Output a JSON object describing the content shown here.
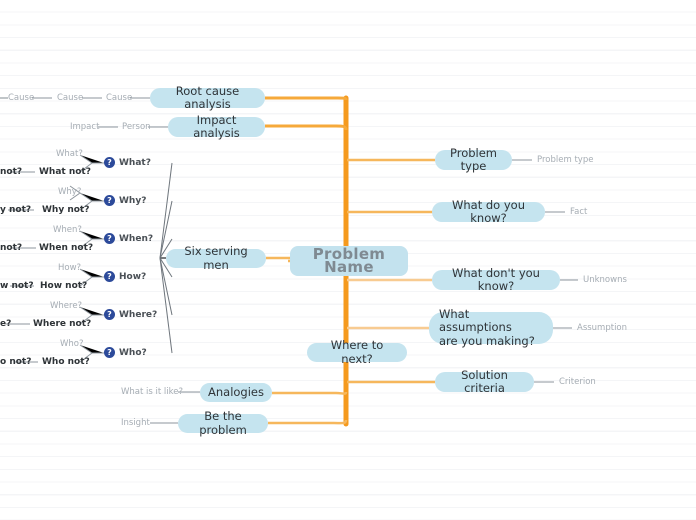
{
  "map": {
    "center": {
      "label": "Problem Name"
    },
    "colors": {
      "node_fill": "#c5e4ef",
      "trunk": "#f59a1e",
      "branch": "#f6b75c",
      "wire_gray": "#8d959c",
      "label_gray": "#a6adb4",
      "icon_blue": "#2c4a9a",
      "background": "#ffffff",
      "rule_line": "#f4f5f7"
    },
    "right_branches": [
      {
        "label": "Problem type",
        "sub": "Problem type"
      },
      {
        "label": "What do you know?",
        "sub": "Fact"
      },
      {
        "label": "What don't you know?",
        "sub": "Unknowns"
      },
      {
        "label": "What assumptions\nare you making?",
        "sub": "Assumption"
      },
      {
        "label": "Solution criteria",
        "sub": "Criterion"
      }
    ],
    "left_branches": [
      {
        "label": "Root cause analysis",
        "chain": [
          "Cause",
          "Cause",
          "Cause"
        ]
      },
      {
        "label": "Impact analysis",
        "chain": [
          "Impact",
          "Person"
        ]
      },
      {
        "label": "Six serving men",
        "chain": []
      },
      {
        "label": "Analogies",
        "chain": [
          "What is it like?"
        ]
      },
      {
        "label": "Be the problem",
        "chain": [
          "Insight"
        ]
      }
    ],
    "where_to_next": {
      "label": "Where to next?"
    },
    "serving_men": [
      {
        "icon": "question-icon",
        "question": "What?",
        "alt": "What?",
        "negative": "What not?",
        "clipped": "not?"
      },
      {
        "icon": "question-icon",
        "question": "Why?",
        "alt": "Why?",
        "negative": "Why not?",
        "clipped": "y not?"
      },
      {
        "icon": "question-icon",
        "question": "When?",
        "alt": "When?",
        "negative": "When not?",
        "clipped": "not?"
      },
      {
        "icon": "question-icon",
        "question": "How?",
        "alt": "How?",
        "negative": "How not?",
        "clipped": "w not?"
      },
      {
        "icon": "question-icon",
        "question": "Where?",
        "alt": "Where?",
        "negative": "Where not?",
        "clipped": "e?"
      },
      {
        "icon": "question-icon",
        "question": "Who?",
        "alt": "Who?",
        "negative": "Who not?",
        "clipped": "o not?"
      }
    ],
    "icons": {
      "question": "?"
    }
  }
}
